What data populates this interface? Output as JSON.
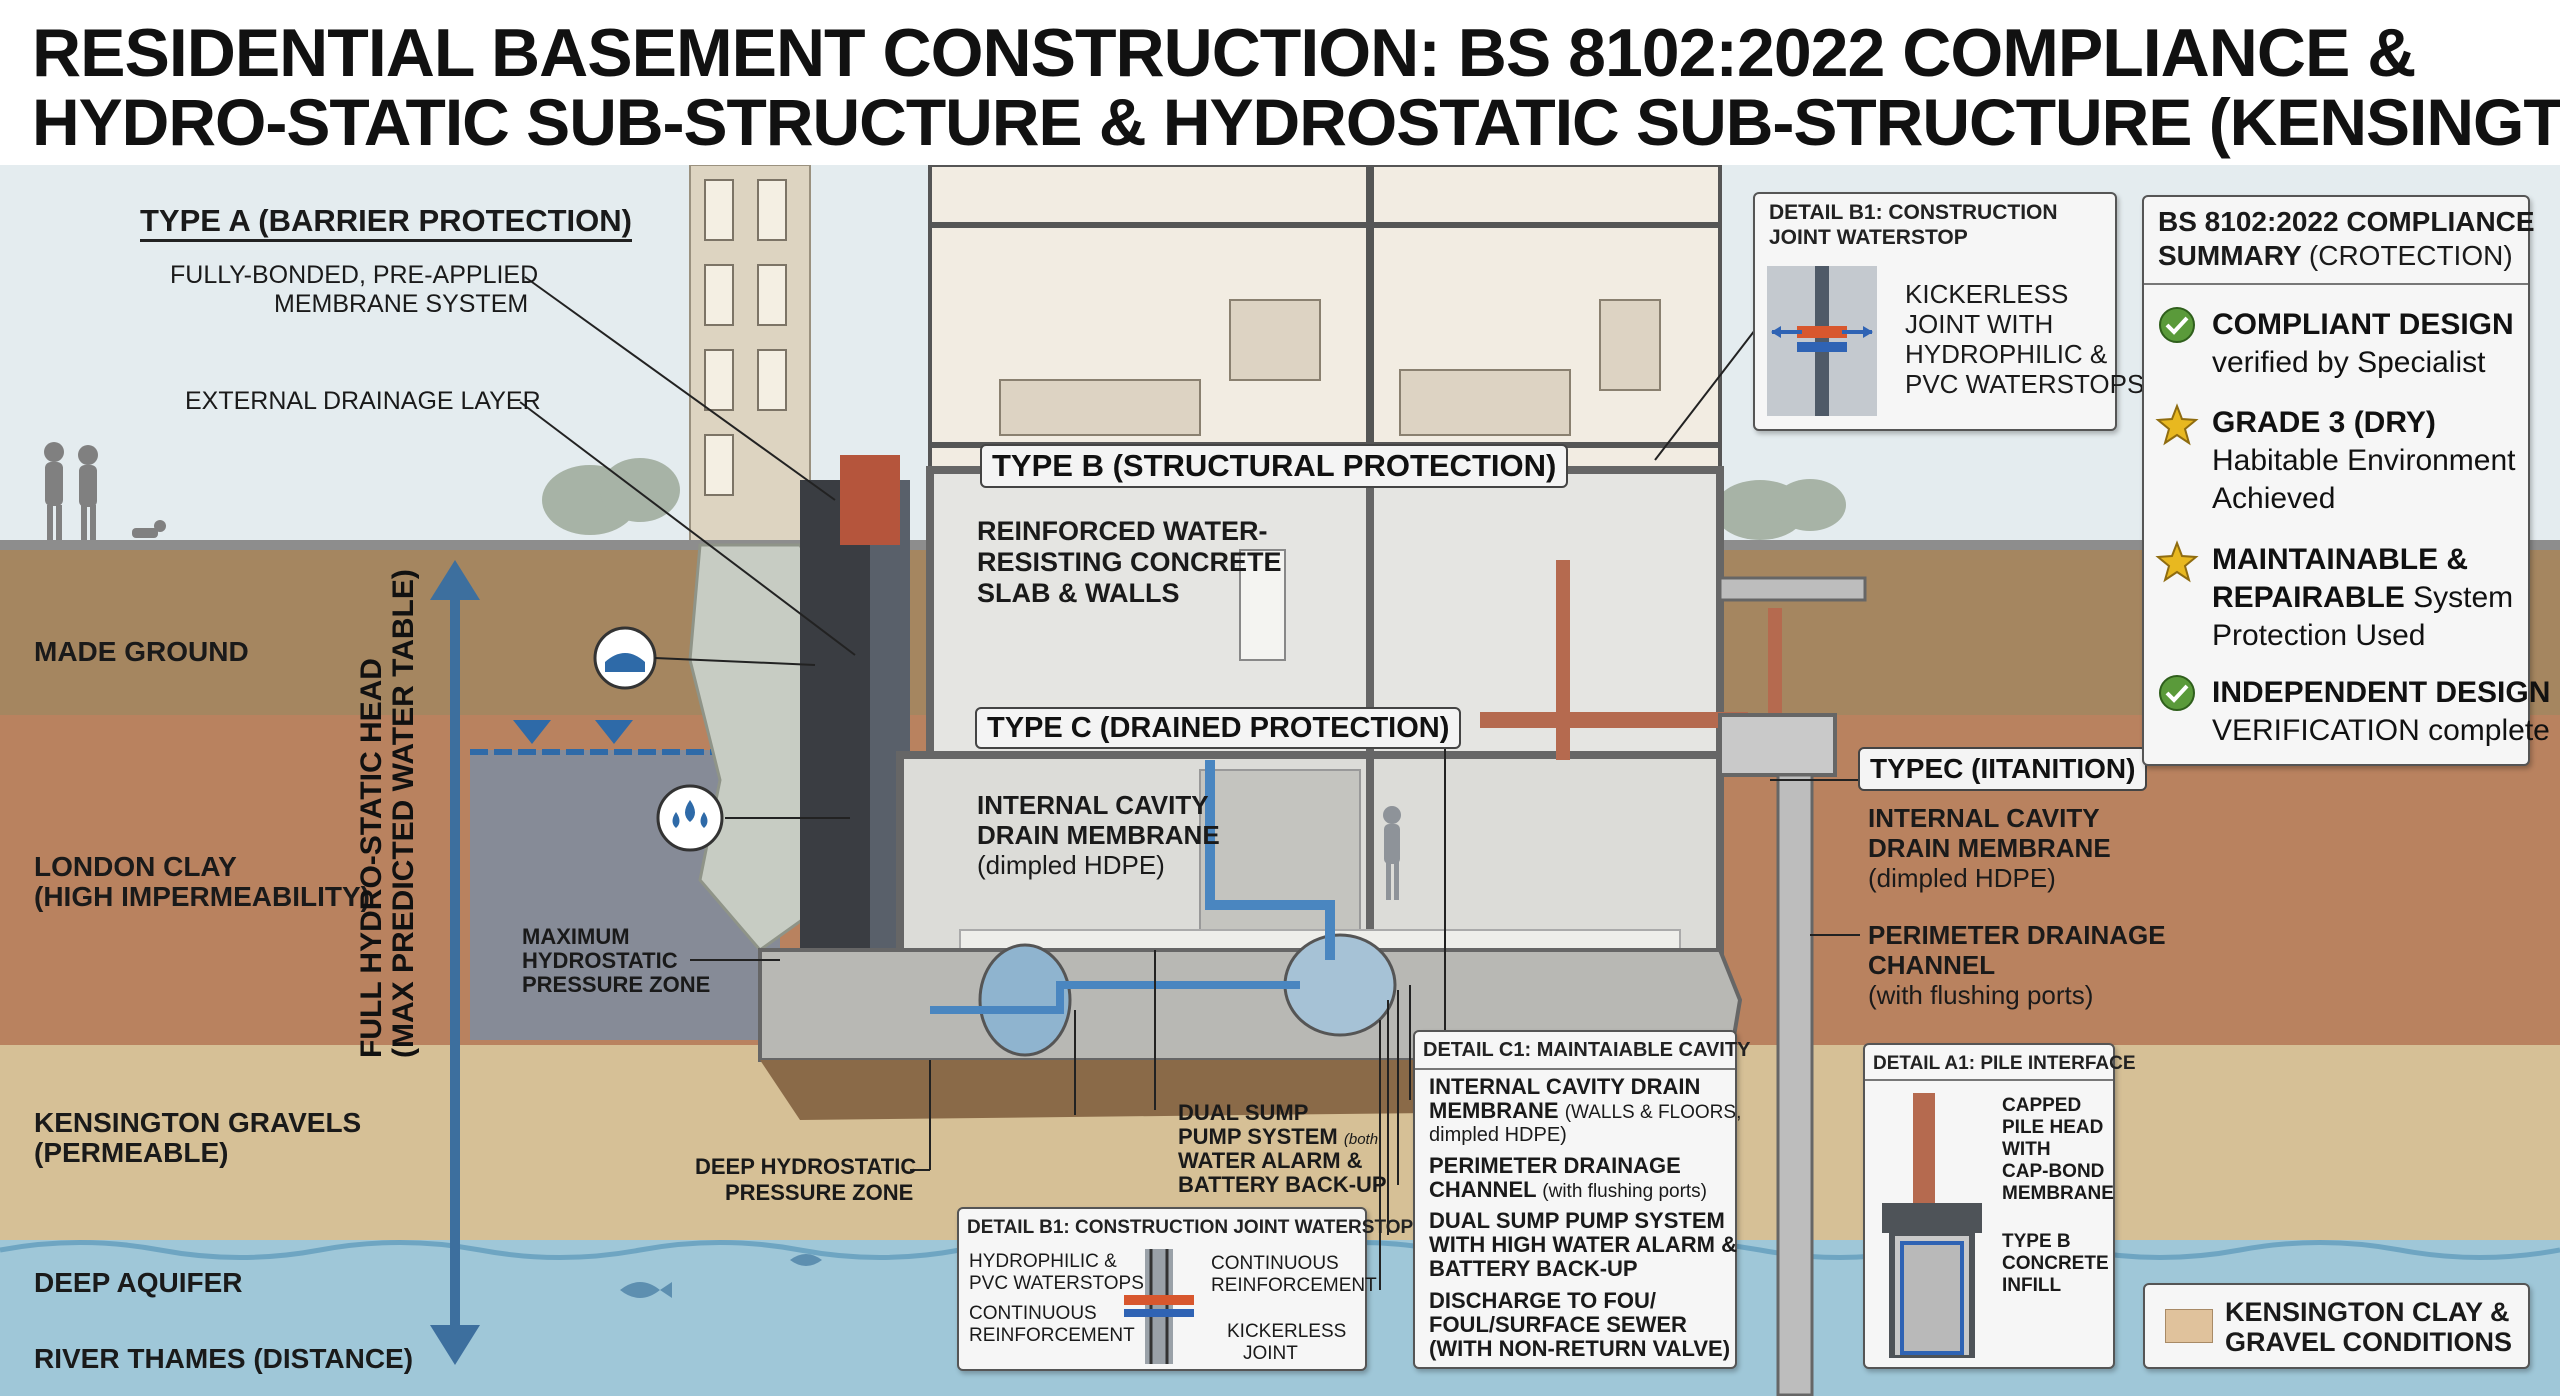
{
  "title": {
    "line1": "RESIDENTIAL BASEMENT CONSTRUCTION: BS 8102:2022 COMPLIANCE &",
    "line2_bold": "HYDRO-STATIC SUB-STRUCTURE &",
    "line2_regular": "HYDROSTATIC SUB-STRUCTURE (KENSINGTON)"
  },
  "strata": {
    "made_ground": "MADE GROUND",
    "london_clay_1": "LONDON CLAY",
    "london_clay_2": "(HIGH IMPERMEABILITY)",
    "gravels_1": "KENSINGTON GRAVELS",
    "gravels_2": "(PERMEABLE)",
    "aquifer": "DEEP AQUIFER",
    "thames": "RIVER THAMES (DISTANCE)"
  },
  "head_label": {
    "line1": "FULL HYDRO-STATIC HEAD",
    "line2": "(MAX  PREDICTED WATER TABLE)"
  },
  "type_a": {
    "heading": "TYPE A (BARRIER PROTECTION)",
    "membrane_1": "FULLY-BONDED, PRE-APPLIED",
    "membrane_2": "MEMBRANE SYSTEM",
    "drainage": "EXTERNAL DRAINAGE LAYER",
    "max_1": "MAXIMUM",
    "max_2": "HYDROSTATIC",
    "max_3": "PRESSURE ZONE",
    "deep_1": "DEEP HYDROSTATIC",
    "deep_2": "PRESSURE ZONE"
  },
  "type_b": {
    "badge": "TYPE B (STRUCTURAL PROTECTION)",
    "concrete_1": "REINFORCED WATER-",
    "concrete_2": "RESISTING CONCRETE",
    "concrete_3": "SLAB & WALLS"
  },
  "type_c": {
    "badge": "TYPE C (DRAINED PROTECTION)",
    "cavity_1": "INTERNAL CAVITY",
    "cavity_2": "DRAIN MEMBRANE",
    "cavity_3": "(dimpled HDPE)",
    "sump_1": "DUAL SUMP",
    "sump_2": "PUMP SYSTEM",
    "sump_2b": "(both",
    "sump_3": "WATER ALARM &",
    "sump_4": "BATTERY BACK-UP"
  },
  "typec_transition": {
    "badge": "TYPEC (IITANITION)",
    "cavity_1": "INTERNAL CAVITY",
    "cavity_2": "DRAIN MEMBRANE",
    "cavity_3": "(dimpled HDPE)",
    "perimeter_1": "PERIMETER DRAINAGE",
    "perimeter_2": "CHANNEL",
    "perimeter_3": "(with flushing ports)"
  },
  "detail_b1_top": {
    "title_1": "DETAIL B1: CONSTRUCTION",
    "title_2": "JOINT WATERSTOP",
    "l1": "KICKERLESS",
    "l2": "JOINT WITH",
    "l3": "HYDROPHILIC &",
    "l4": "PVC WATERSTOPS"
  },
  "summary": {
    "title_bold_1": "BS 8102:2022 COMPLIANCE",
    "title_bold_2": "SUMMARY",
    "title_regular": "(CROTECTION)",
    "items": [
      {
        "bold": "COMPLIANT DESIGN",
        "rest_inline": "",
        "line2": "verified by Specialist",
        "line3": "",
        "icon": "check-icon",
        "color": "#5a9a3a"
      },
      {
        "bold": "GRADE 3 (DRY)",
        "rest_inline": "",
        "line2": "Habitable Environment",
        "line3": "Achieved",
        "icon": "star-icon",
        "color": "#e8b820"
      },
      {
        "bold": "MAINTAINABLE &",
        "rest_inline": "",
        "line2_bold": "REPAIRABLE",
        "line2": " System",
        "line3": "Protection Used",
        "icon": "star-icon",
        "color": "#e8b820"
      },
      {
        "bold": "INDEPENDENT DESIGN",
        "rest_inline": "",
        "line2": "VERIFICATION complete",
        "line3": "",
        "icon": "check-icon",
        "color": "#5a9a3a"
      }
    ]
  },
  "detail_c1": {
    "title": "DETAIL C1: MAINTAIABLE CAVITY",
    "i1_a": "INTERNAL CAVITY DRAIN",
    "i1_b": "MEMBRANE",
    "i1_b2": "(WALLS & FLOORS,",
    "i1_c": "dimpled HDPE)",
    "i2_a": "PERIMETER DRAINAGE",
    "i2_b": "CHANNEL",
    "i2_b2": "(with flushing ports)",
    "i3_a": "DUAL SUMP PUMP SYSTEM",
    "i3_b": "WITH HIGH WATER ALARM &",
    "i3_c": "BATTERY BACK-UP",
    "i4_a": "DISCHARGE TO FOU/",
    "i4_b": "FOUL/SURFACE SEWER",
    "i4_c": "(WITH NON-RETURN VALVE)"
  },
  "detail_b1_bottom": {
    "title": "DETAIL B1: CONSTRUCTION JOINT WATERSTOP",
    "l1": "HYDROPHILIC &",
    "l2": "PVC WATERSTOPS",
    "l3": "CONTINUOUS",
    "l4": "REINFORCEMENT",
    "r1": "CONTINUOUS",
    "r2": "REINFORCEMENT",
    "r3": "KICKERLESS",
    "r4": "JOINT"
  },
  "detail_a1": {
    "title": "DETAIL A1: PILE INTERFACE",
    "l1": "CAPPED",
    "l2": "PILE HEAD",
    "l3": "WITH",
    "l4": "CAP-BOND",
    "l5": "MEMBRANE",
    "l6": "TYPE B",
    "l7": "CONCRETE",
    "l8": "INFILL"
  },
  "legend": {
    "label_1": "KENSINGTON CLAY &",
    "label_2": "GRAVEL CONDITIONS",
    "swatch_color": "#e0c29c"
  },
  "colors": {
    "sky": "#e4ecef",
    "made_ground": "#a58660",
    "london_clay": "#b9825f",
    "gravels": "#d6c096",
    "aquifer": "#9fc7d8",
    "water": "#4a86c0",
    "concrete": "#c9c9c9",
    "brick": "#b5553c"
  }
}
